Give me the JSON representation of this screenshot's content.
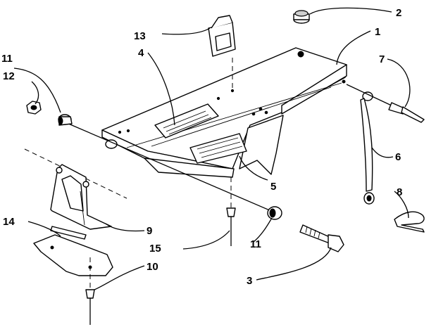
{
  "callouts": [
    "1",
    "2",
    "3",
    "4",
    "5",
    "6",
    "7",
    "8",
    "9",
    "10",
    "11",
    "11",
    "12",
    "13",
    "14",
    "15"
  ],
  "colors": {
    "ink": "#000000",
    "paper": "#ffffff"
  }
}
